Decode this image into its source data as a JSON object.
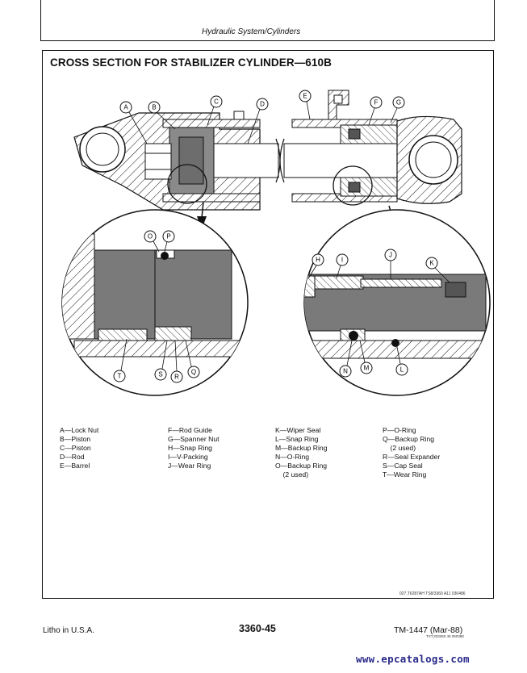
{
  "header": {
    "title": "Hydraulic System/Cylinders"
  },
  "section": {
    "title": "CROSS SECTION FOR STABILIZER CYLINDER—610B"
  },
  "callouts": {
    "A": "A",
    "B": "B",
    "C": "C",
    "D": "D",
    "E": "E",
    "F": "F",
    "G": "G",
    "H": "H",
    "I": "I",
    "J": "J",
    "K": "K",
    "L": "L",
    "M": "M",
    "N": "N",
    "O": "O",
    "P": "P",
    "Q": "Q",
    "R": "R",
    "S": "S",
    "T": "T"
  },
  "legend": {
    "col1": [
      "A—Lock Nut",
      "B—Piston",
      "C—Piston",
      "D—Rod",
      "E—Barrel"
    ],
    "col2": [
      "F—Rod Guide",
      "G—Spanner Nut",
      "H—Snap Ring",
      "I—V-Packing",
      "J—Wear Ring"
    ],
    "col3": [
      "K—Wiper Seal",
      "L—Snap Ring",
      "M—Backup Ring",
      "N—O-Ring",
      "O—Backup Ring",
      "    (2 used)"
    ],
    "col4": [
      "P—O-Ring",
      "Q—Backup Ring",
      "    (2 used)",
      "R—Seal Expander",
      "S—Cap Seal",
      "T—Wear Ring"
    ]
  },
  "figure_ref": "027,T6287AH  TS8/3360  A11  030486",
  "footer": {
    "left": "Litho in U.S.A.",
    "center": "3360-45",
    "right": "TM-1447 (Mar-88)",
    "ref_small": "TXT,333360 45 060388"
  },
  "watermark": "www.epcatalogs.com"
}
